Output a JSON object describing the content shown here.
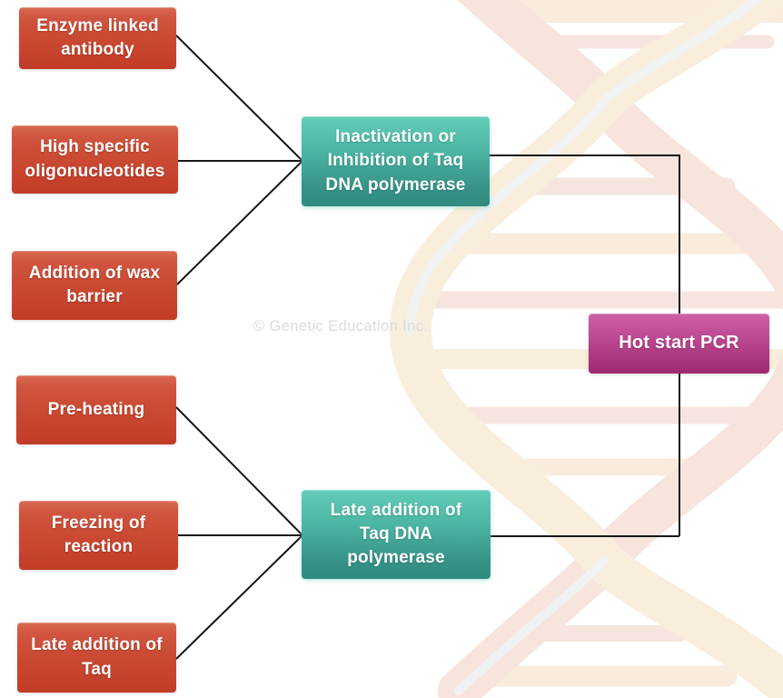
{
  "diagram": {
    "subject": "Hot start PCR methods",
    "watermark": "© Genetic Education Inc.",
    "nodes": {
      "enzyme_linked_antibody": {
        "lines": [
          "Enzyme linked",
          "antibody"
        ]
      },
      "high_specific_oligos": {
        "lines": [
          "High specific",
          "oligonucleotides"
        ]
      },
      "addition_of_wax_barrier": {
        "lines": [
          "Addition of wax",
          "barrier"
        ]
      },
      "pre_heating": {
        "lines": [
          "Pre-heating"
        ]
      },
      "freezing_of_reaction": {
        "lines": [
          "Freezing of",
          "reaction"
        ]
      },
      "late_addition_of_taq": {
        "lines": [
          "Late addition of",
          "Taq"
        ]
      },
      "inactivation_inhibition": {
        "lines": [
          "Inactivation or",
          "Inhibition of Taq",
          "DNA polymerase"
        ]
      },
      "late_addition_taq_polymerase": {
        "lines": [
          "Late addition of",
          "Taq DNA",
          "polymerase"
        ]
      },
      "hot_start_pcr": {
        "lines": [
          "Hot start PCR"
        ]
      }
    },
    "edges": [
      "enzyme_linked_antibody -> inactivation_inhibition",
      "high_specific_oligos -> inactivation_inhibition",
      "addition_of_wax_barrier -> inactivation_inhibition",
      "pre_heating -> late_addition_taq_polymerase",
      "freezing_of_reaction -> late_addition_taq_polymerase",
      "late_addition_of_taq -> late_addition_taq_polymerase",
      "inactivation_inhibition -> hot_start_pcr",
      "late_addition_taq_polymerase -> hot_start_pcr"
    ],
    "colors": {
      "source_box_top": "#da6a52",
      "source_box_bottom": "#c23c27",
      "method_box_top": "#63cdb8",
      "method_box_bottom": "#2f8b80",
      "result_box_top": "#cd62a6",
      "result_box_bottom": "#9e2a72",
      "connector_line": "#161616",
      "watermark_text": "#dbdbdb",
      "background": "#ffffff"
    }
  }
}
